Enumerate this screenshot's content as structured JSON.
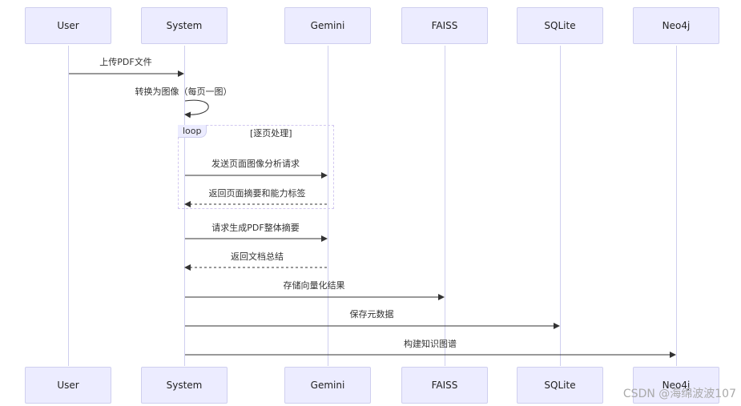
{
  "participants": [
    "User",
    "System",
    "Gemini",
    "FAISS",
    "SQLite",
    "Neo4j"
  ],
  "messages": [
    {
      "from": "User",
      "to": "System",
      "text": "上传PDF文件",
      "style": "solid"
    },
    {
      "from": "System",
      "to": "System",
      "text": "转换为图像（每页一图）",
      "style": "solid"
    },
    {
      "from": "System",
      "to": "Gemini",
      "text": "发送页面图像分析请求",
      "style": "solid"
    },
    {
      "from": "Gemini",
      "to": "System",
      "text": "返回页面摘要和能力标签",
      "style": "dashed"
    },
    {
      "from": "System",
      "to": "Gemini",
      "text": "请求生成PDF整体摘要",
      "style": "solid"
    },
    {
      "from": "Gemini",
      "to": "System",
      "text": "返回文档总结",
      "style": "dashed"
    },
    {
      "from": "System",
      "to": "FAISS",
      "text": "存储向量化结果",
      "style": "solid"
    },
    {
      "from": "System",
      "to": "SQLite",
      "text": "保存元数据",
      "style": "solid"
    },
    {
      "from": "System",
      "to": "Neo4j",
      "text": "构建知识图谱",
      "style": "solid"
    }
  ],
  "loop": {
    "label": "loop",
    "condition": "[逐页处理]"
  },
  "watermark": "CSDN @海绵波波107",
  "colors": {
    "actor_fill": "#ececff",
    "actor_border": "#cfcfef",
    "arrow": "#333333"
  }
}
